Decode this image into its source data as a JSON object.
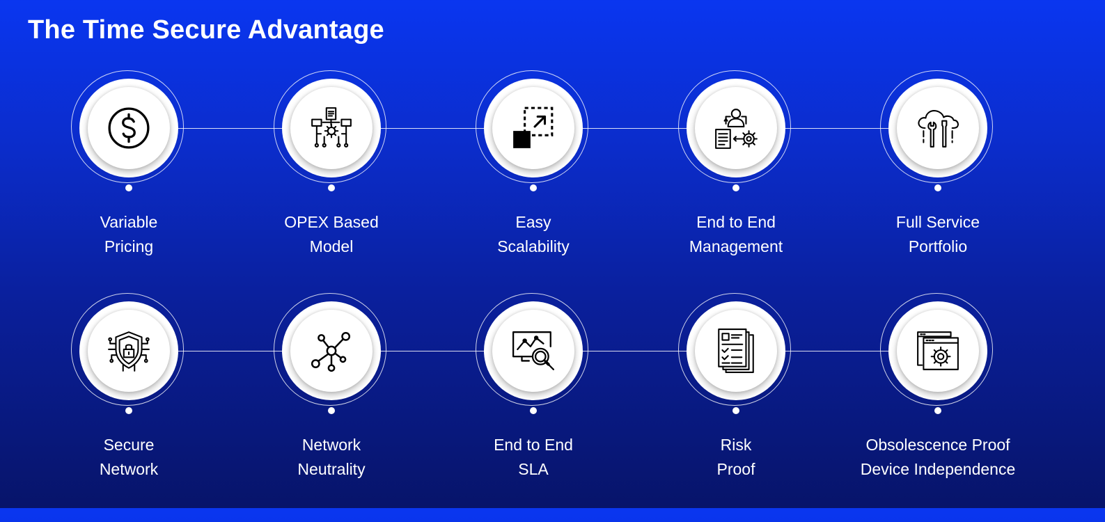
{
  "title": "The Time Secure Advantage",
  "accent_color": "#0a36f0",
  "rows": [
    {
      "items": [
        {
          "icon": "dollar-coin-icon",
          "lines": [
            "Variable",
            "Pricing"
          ]
        },
        {
          "icon": "opex-model-icon",
          "lines": [
            "OPEX Based",
            "Model"
          ]
        },
        {
          "icon": "scalability-icon",
          "lines": [
            "Easy",
            "Scalability"
          ]
        },
        {
          "icon": "management-icon",
          "lines": [
            "End to End",
            "Management"
          ]
        },
        {
          "icon": "cloud-tools-icon",
          "lines": [
            "Full Service",
            "Portfolio"
          ]
        }
      ]
    },
    {
      "items": [
        {
          "icon": "secure-shield-icon",
          "lines": [
            "Secure",
            "Network"
          ]
        },
        {
          "icon": "network-nodes-icon",
          "lines": [
            "Network",
            "Neutrality"
          ]
        },
        {
          "icon": "monitor-search-icon",
          "lines": [
            "End to End",
            "SLA"
          ]
        },
        {
          "icon": "checklist-docs-icon",
          "lines": [
            "Risk",
            "Proof"
          ]
        },
        {
          "icon": "windows-gear-icon",
          "lines": [
            "Obsolescence Proof",
            "Device Independence"
          ]
        }
      ]
    }
  ]
}
